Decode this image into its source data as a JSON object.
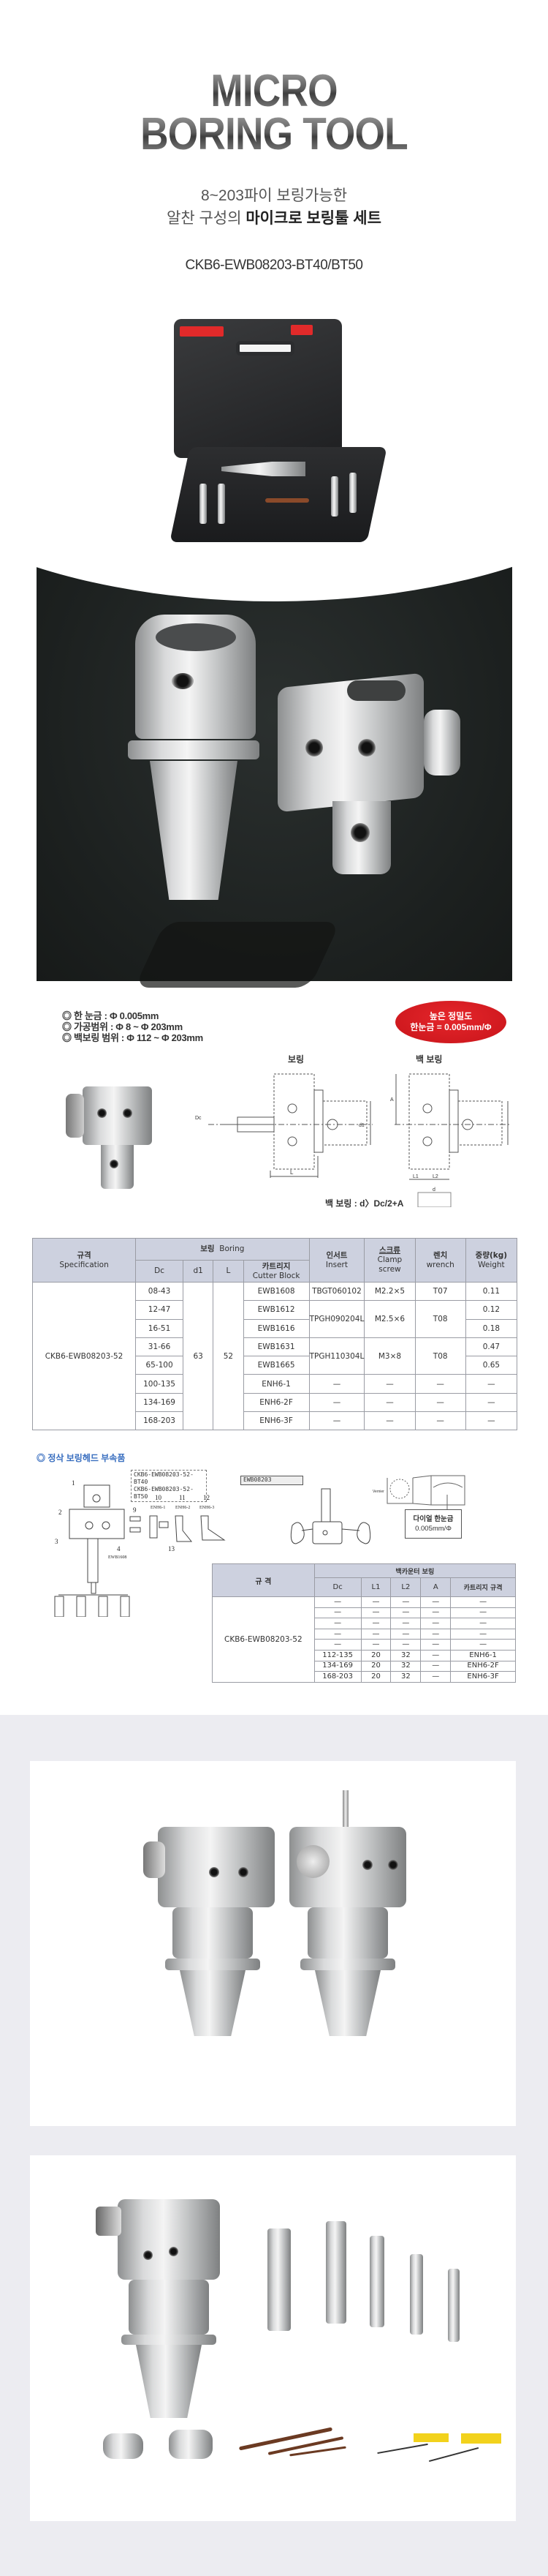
{
  "header": {
    "title_line1": "MICRO",
    "title_line2": "BORING TOOL",
    "subtitle_line1": "8~203파이 보링가능한",
    "subtitle_line2_plain": "알찬 구성의 ",
    "subtitle_line2_bold": "마이크로 보링툴 세트",
    "model": "CKB6-EWB08203-BT40/BT50"
  },
  "specs": {
    "bullets": [
      "◎ 한 눈금 : Φ 0.005mm",
      "◎ 가공범위 : Φ 8 ~ Φ  203mm",
      "◎ 백보링 범위 : Φ 112 ~ Φ  203mm"
    ],
    "badge_line1": "높은 정밀도",
    "badge_line2": "한눈금 = 0.005mm/Φ",
    "label_boring": "보링",
    "label_back_boring": "백 보링",
    "formula": "백 보링 : d〉Dc/2+A",
    "dim": {
      "dc": "Dc",
      "d1": "d1",
      "l": "L",
      "l1": "L1",
      "l2": "L2",
      "a": "A",
      "d": "d"
    }
  },
  "table1": {
    "headers": {
      "spec_ko": "규격",
      "spec_en": "Specification",
      "boring_ko": "보링",
      "boring_en": "Boring",
      "dc": "Dc",
      "d1": "d1",
      "l": "L",
      "cutter_ko": "카트리지",
      "cutter_en": "Cutter Block",
      "insert_ko": "인서트",
      "insert_en": "Insert",
      "screw_ko": "스크류",
      "screw_en1": "Clamp",
      "screw_en2": "screw",
      "wrench_ko": "렌치",
      "wrench_en": "wrench",
      "weight_ko": "중량(kg)",
      "weight_en": "Weight"
    },
    "spec": "CKB6-EWB08203-52",
    "d1": "63",
    "l": "52",
    "rows": [
      {
        "dc": "08-43",
        "cutter": "EWB1608",
        "weight": "0.11"
      },
      {
        "dc": "12-47",
        "cutter": "EWB1612",
        "weight": "0.12"
      },
      {
        "dc": "16-51",
        "cutter": "EWB1616",
        "weight": "0.18"
      },
      {
        "dc": "31-66",
        "cutter": "EWB1631",
        "weight": "0.47"
      },
      {
        "dc": "65-100",
        "cutter": "EWB1665",
        "weight": "0.65"
      },
      {
        "dc": "100-135",
        "cutter": "ENH6-1",
        "weight": "—"
      },
      {
        "dc": "134-169",
        "cutter": "ENH6-2F",
        "weight": "—"
      },
      {
        "dc": "168-203",
        "cutter": "ENH6-3F",
        "weight": "—"
      }
    ],
    "groups": [
      {
        "insert": "TBGT060102",
        "screw": "M2.2×5",
        "wrench": "T07"
      },
      {
        "insert": "TPGH090204L",
        "screw": "M2.5×6",
        "wrench": "T08"
      },
      {
        "insert": "TPGH110304L",
        "screw": "M3×8",
        "wrench": "T08"
      }
    ],
    "dash": "—"
  },
  "accessories": {
    "title": "◎ 정삭 보링헤드 부속품",
    "model_bt40": "CKB6-EWB08203-52-BT40",
    "model_bt50": "CKB6-EWB08203-52-BT50",
    "parts": [
      "1",
      "2",
      "3",
      "4",
      "9",
      "10",
      "11",
      "12",
      "13"
    ],
    "part_names": {
      "p4": "EWB1608",
      "p10": "ENH6-1",
      "p11": "ENH6-2",
      "p12": "ENH6-3"
    },
    "head_label": "EWB08203",
    "vernier": "Vernier",
    "dial_line1": "다이얼 한눈금",
    "dial_line2": "0.005mm/Φ"
  },
  "table2": {
    "headers": {
      "spec": "규  격",
      "group": "백카운터 보링",
      "dc": "Dc",
      "l1": "L1",
      "l2": "L2",
      "a": "A",
      "cutter": "카트리지 규격"
    },
    "spec": "CKB6-EWB08203-52",
    "rows": [
      {
        "dc": "—",
        "l1": "—",
        "l2": "—",
        "a": "—",
        "cutter": "—"
      },
      {
        "dc": "—",
        "l1": "—",
        "l2": "—",
        "a": "—",
        "cutter": "—"
      },
      {
        "dc": "—",
        "l1": "—",
        "l2": "—",
        "a": "—",
        "cutter": "—"
      },
      {
        "dc": "—",
        "l1": "—",
        "l2": "—",
        "a": "—",
        "cutter": "—"
      },
      {
        "dc": "—",
        "l1": "—",
        "l2": "—",
        "a": "—",
        "cutter": "—"
      },
      {
        "dc": "112-135",
        "l1": "20",
        "l2": "32",
        "a": "—",
        "cutter": "ENH6-1"
      },
      {
        "dc": "134-169",
        "l1": "20",
        "l2": "32",
        "a": "—",
        "cutter": "ENH6-2F"
      },
      {
        "dc": "168-203",
        "l1": "20",
        "l2": "32",
        "a": "—",
        "cutter": "ENH6-3F"
      }
    ]
  },
  "colors": {
    "accent_red": "#d61c22",
    "header_bg": "#cdd1df",
    "dark_bg": "#1e2221",
    "page_gray": "#ececf1"
  }
}
